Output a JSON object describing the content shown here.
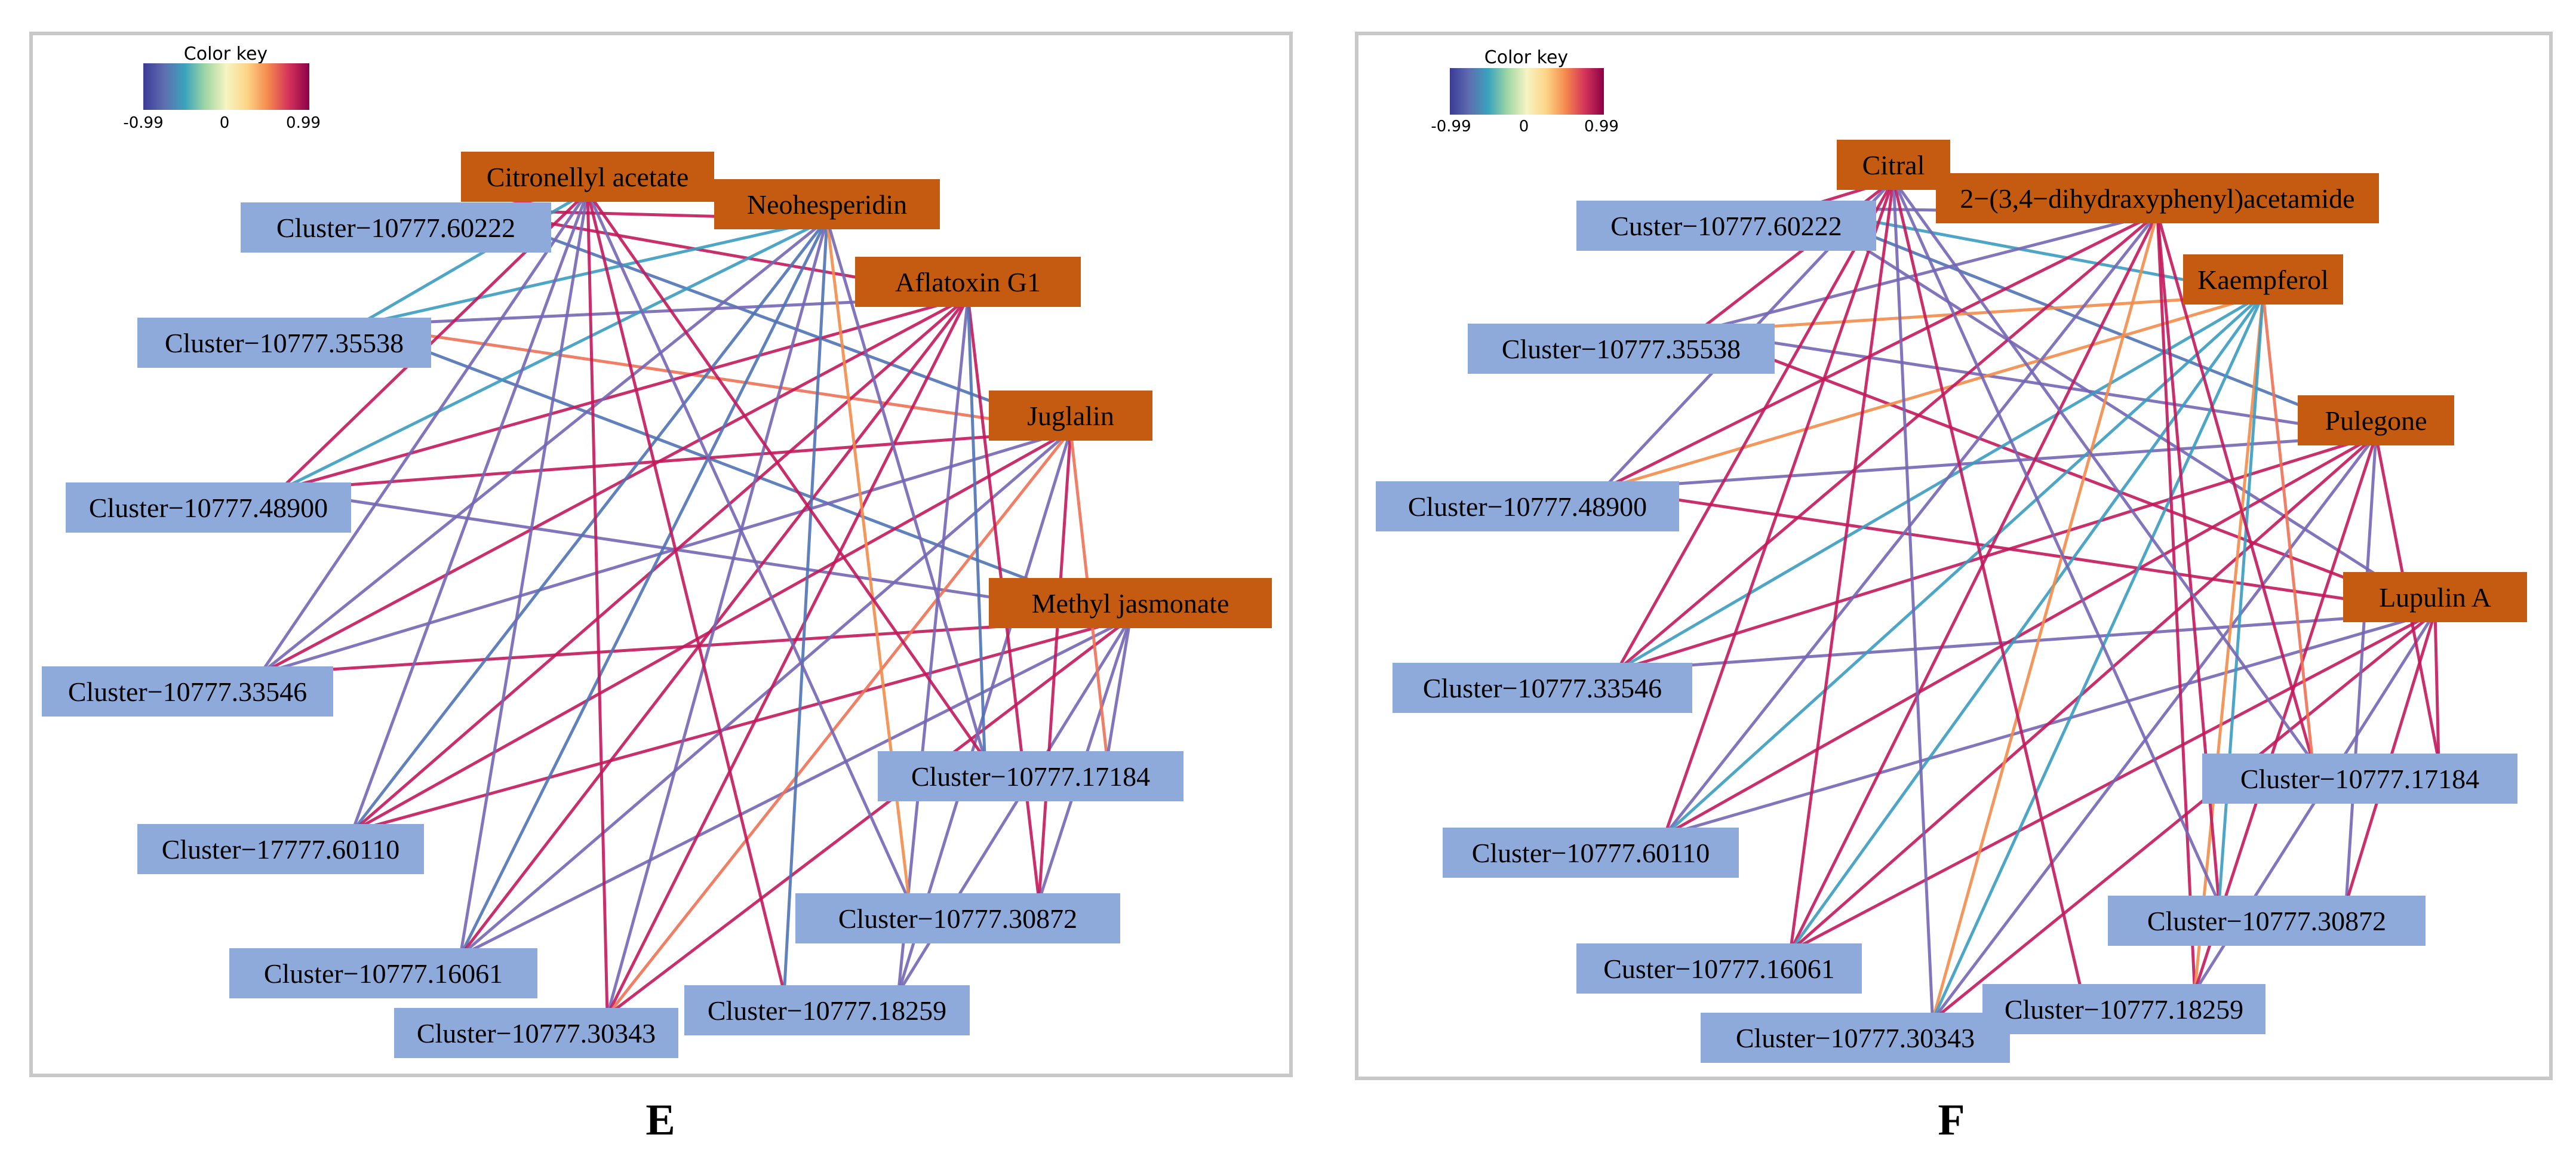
{
  "color_key": {
    "title": "Color key",
    "min_label": "-0.99",
    "mid_label": "0",
    "max_label": "0.99",
    "min": -0.99,
    "max": 0.99,
    "stops": [
      "#3b3b97",
      "#5f6db0",
      "#3aa3bd",
      "#9fd7a4",
      "#f6f4c3",
      "#fdd587",
      "#f48a4e",
      "#d5345a",
      "#8c0047"
    ]
  },
  "edge_colors": {
    "crimson": "#c2185b",
    "purple": "#7466b4",
    "steel_blue": "#4f73b4",
    "teal": "#3a9cbf",
    "coral": "#ef7154",
    "orange": "#f28c4a",
    "magenta": "#a8336e"
  },
  "node_colors": {
    "gene": "#8eaadb",
    "metabolite": "#c55a11"
  },
  "panels": [
    {
      "label": "E",
      "genes": [
        "Cluster−10777.60222",
        "Cluster−10777.35538",
        "Cluster−10777.48900",
        "Cluster−10777.33546",
        "Cluster−17777.60110",
        "Cluster−10777.16061",
        "Cluster−10777.30343",
        "Cluster−10777.18259",
        "Cluster−10777.30872",
        "Cluster−10777.17184"
      ],
      "metabolites": [
        "Citronellyl acetate",
        "Neohesperidin",
        "Aflatoxin G1",
        "Juglalin",
        "Methyl jasmonate"
      ],
      "edges": [
        [
          0,
          0,
          "crimson"
        ],
        [
          0,
          1,
          "crimson"
        ],
        [
          0,
          2,
          "crimson"
        ],
        [
          0,
          3,
          "steel_blue"
        ],
        [
          1,
          0,
          "teal"
        ],
        [
          1,
          1,
          "teal"
        ],
        [
          1,
          2,
          "purple"
        ],
        [
          1,
          3,
          "coral"
        ],
        [
          1,
          4,
          "steel_blue"
        ],
        [
          2,
          0,
          "crimson"
        ],
        [
          2,
          1,
          "teal"
        ],
        [
          2,
          2,
          "crimson"
        ],
        [
          2,
          3,
          "crimson"
        ],
        [
          2,
          4,
          "purple"
        ],
        [
          3,
          0,
          "purple"
        ],
        [
          3,
          1,
          "purple"
        ],
        [
          3,
          2,
          "crimson"
        ],
        [
          3,
          3,
          "purple"
        ],
        [
          3,
          4,
          "crimson"
        ],
        [
          4,
          0,
          "purple"
        ],
        [
          4,
          1,
          "steel_blue"
        ],
        [
          4,
          2,
          "crimson"
        ],
        [
          4,
          3,
          "crimson"
        ],
        [
          4,
          4,
          "crimson"
        ],
        [
          5,
          0,
          "purple"
        ],
        [
          5,
          1,
          "steel_blue"
        ],
        [
          5,
          2,
          "crimson"
        ],
        [
          5,
          3,
          "purple"
        ],
        [
          5,
          4,
          "purple"
        ],
        [
          6,
          0,
          "crimson"
        ],
        [
          6,
          1,
          "purple"
        ],
        [
          6,
          2,
          "crimson"
        ],
        [
          6,
          3,
          "coral"
        ],
        [
          6,
          4,
          "crimson"
        ],
        [
          7,
          0,
          "crimson"
        ],
        [
          7,
          1,
          "steel_blue"
        ],
        [
          7,
          2,
          "purple"
        ],
        [
          7,
          3,
          "purple"
        ],
        [
          7,
          4,
          "purple"
        ],
        [
          8,
          0,
          "purple"
        ],
        [
          8,
          1,
          "orange"
        ],
        [
          8,
          2,
          "crimson"
        ],
        [
          8,
          3,
          "crimson"
        ],
        [
          8,
          4,
          "purple"
        ],
        [
          9,
          0,
          "crimson"
        ],
        [
          9,
          1,
          "purple"
        ],
        [
          9,
          2,
          "steel_blue"
        ],
        [
          9,
          3,
          "coral"
        ],
        [
          9,
          4,
          "purple"
        ]
      ]
    },
    {
      "label": "F",
      "genes": [
        "Custer−10777.60222",
        "Cluster−10777.35538",
        "Cluster−10777.48900",
        "Cluster−10777.33546",
        "Cluster−10777.60110",
        "Custer−10777.16061",
        "Cluster−10777.30343",
        "Cluster−10777.18259",
        "Cluster−10777.30872",
        "Cluster−10777.17184"
      ],
      "metabolites": [
        "Citral",
        "2−(3,4−dihydraxyphenyl)acetamide",
        "Kaempferol",
        "Pulegone",
        "Lupulin A"
      ],
      "edges": [
        [
          0,
          0,
          "crimson"
        ],
        [
          0,
          1,
          "purple"
        ],
        [
          0,
          2,
          "teal"
        ],
        [
          0,
          3,
          "steel_blue"
        ],
        [
          0,
          4,
          "purple"
        ],
        [
          1,
          0,
          "crimson"
        ],
        [
          1,
          1,
          "purple"
        ],
        [
          1,
          2,
          "orange"
        ],
        [
          1,
          3,
          "purple"
        ],
        [
          1,
          4,
          "crimson"
        ],
        [
          2,
          0,
          "purple"
        ],
        [
          2,
          1,
          "crimson"
        ],
        [
          2,
          2,
          "orange"
        ],
        [
          2,
          3,
          "purple"
        ],
        [
          2,
          4,
          "crimson"
        ],
        [
          3,
          0,
          "crimson"
        ],
        [
          3,
          1,
          "crimson"
        ],
        [
          3,
          2,
          "teal"
        ],
        [
          3,
          3,
          "crimson"
        ],
        [
          3,
          4,
          "purple"
        ],
        [
          4,
          0,
          "crimson"
        ],
        [
          4,
          1,
          "purple"
        ],
        [
          4,
          2,
          "teal"
        ],
        [
          4,
          3,
          "crimson"
        ],
        [
          4,
          4,
          "purple"
        ],
        [
          5,
          0,
          "crimson"
        ],
        [
          5,
          1,
          "crimson"
        ],
        [
          5,
          2,
          "teal"
        ],
        [
          5,
          3,
          "crimson"
        ],
        [
          5,
          4,
          "crimson"
        ],
        [
          6,
          0,
          "purple"
        ],
        [
          6,
          1,
          "orange"
        ],
        [
          6,
          2,
          "teal"
        ],
        [
          6,
          3,
          "purple"
        ],
        [
          6,
          4,
          "crimson"
        ],
        [
          7,
          0,
          "crimson"
        ],
        [
          7,
          1,
          "crimson"
        ],
        [
          7,
          2,
          "orange"
        ],
        [
          7,
          3,
          "crimson"
        ],
        [
          7,
          4,
          "purple"
        ],
        [
          8,
          0,
          "purple"
        ],
        [
          8,
          1,
          "crimson"
        ],
        [
          8,
          2,
          "teal"
        ],
        [
          8,
          3,
          "purple"
        ],
        [
          8,
          4,
          "crimson"
        ],
        [
          9,
          0,
          "purple"
        ],
        [
          9,
          1,
          "crimson"
        ],
        [
          9,
          2,
          "coral"
        ],
        [
          9,
          3,
          "crimson"
        ],
        [
          9,
          4,
          "crimson"
        ]
      ]
    }
  ]
}
